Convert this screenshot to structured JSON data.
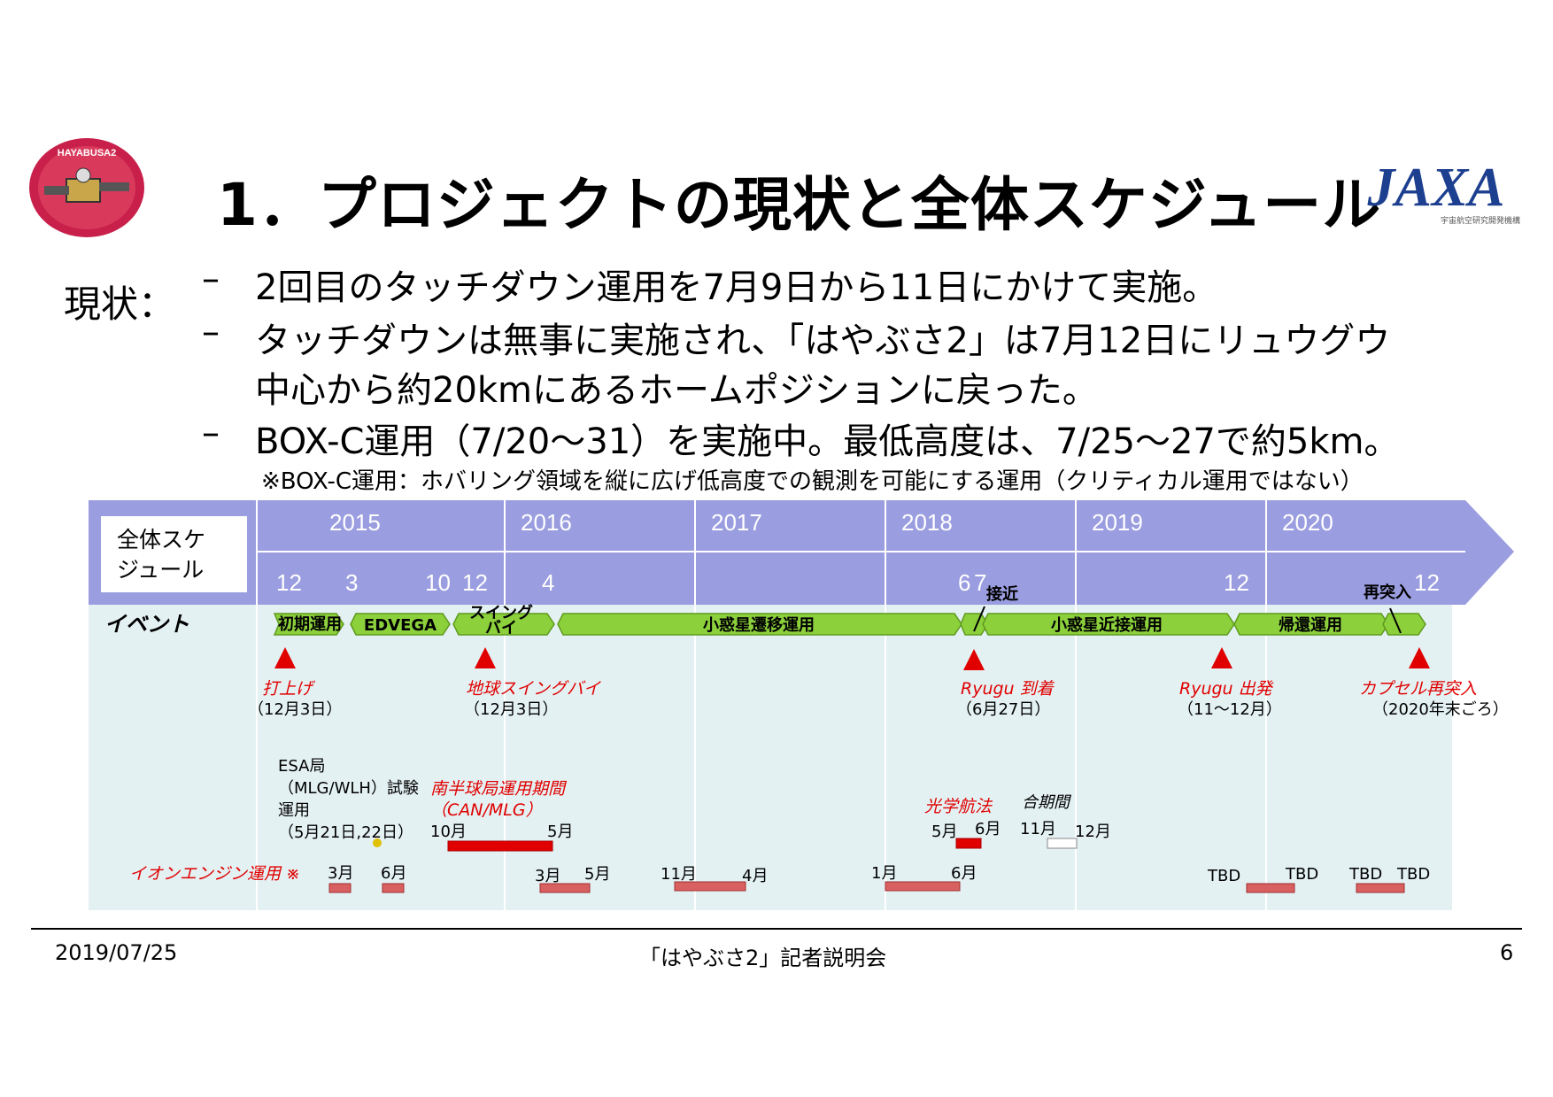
{
  "title": "1．プロジェクトの現状と全体スケジュール",
  "logo_left": {
    "name": "hayabusa2-mission-logo",
    "text": "HAYABUSA2"
  },
  "logo_right": {
    "name": "jaxa-logo",
    "text": "JAXA",
    "subtext": "宇宙航空研究開発機構"
  },
  "status_label": "現状：",
  "bullets": [
    "2回目のタッチダウン運用を7月9日から11日にかけて実施。",
    "タッチダウンは無事に実施され、「はやぶさ2」は7月12日にリュウグウ",
    "中心から約20kmにあるホームポジションに戻った。",
    "BOX-C運用（7/20～31）を実施中。最低高度は、7/25～27で約5km。"
  ],
  "dash": "–",
  "footnote": "※BOX-C運用：ホバリング領域を縦に広げ低高度での観測を可能にする運用（クリティカル運用ではない）",
  "schedule": {
    "header_label_line1": "全体スケ",
    "header_label_line2": "ジュール",
    "years": [
      "2015",
      "2016",
      "2017",
      "2018",
      "2019",
      "2020"
    ],
    "months": [
      "12",
      "3",
      "10",
      "12",
      "4",
      "6",
      "7",
      "12",
      "12"
    ],
    "event_row_label": "イベント",
    "phases": [
      "初期運用",
      "EDVEGA",
      "スイング",
      "バイ",
      "小惑星遷移運用",
      "小惑星近接運用",
      "帰還運用"
    ],
    "phase_notes": [
      "接近",
      "再突入"
    ],
    "events": [
      {
        "name": "打上げ",
        "date": "（12月3日）"
      },
      {
        "name": "地球スイングバイ",
        "date": "（12月3日）"
      },
      {
        "name": "Ryugu 到着",
        "date": "（6月27日）"
      },
      {
        "name": "Ryugu 出発",
        "date": "（11～12月）"
      },
      {
        "name": "カプセル再突入",
        "date": "（2020年末ごろ）"
      }
    ],
    "esa": [
      "ESA局",
      "（MLG/WLH）試験",
      "運用",
      "（5月21日,22日）"
    ],
    "south_ops": [
      "南半球局運用期間",
      "（CAN/MLG）"
    ],
    "south_ops_months": [
      "10月",
      "5月"
    ],
    "optical_nav": "光学航法",
    "optical_months": [
      "5月",
      "6月"
    ],
    "conjunction": "合期間",
    "conjunction_months": [
      "11月",
      "12月"
    ],
    "ion_label": "イオンエンジン運用 ※",
    "ion_labels": [
      "3月",
      "6月",
      "3月",
      "5月",
      "11月",
      "4月",
      "1月",
      "6月",
      "TBD",
      "TBD",
      "TBD",
      "TBD"
    ],
    "colors": {
      "header": "#9a9ddf",
      "body": "#e4f1f3",
      "phase": "#8cd03c",
      "event": "#e00000",
      "ion": "#d96060"
    }
  },
  "footer": {
    "date": "2019/07/25",
    "center": "「はやぶさ2」記者説明会",
    "page": "6"
  }
}
